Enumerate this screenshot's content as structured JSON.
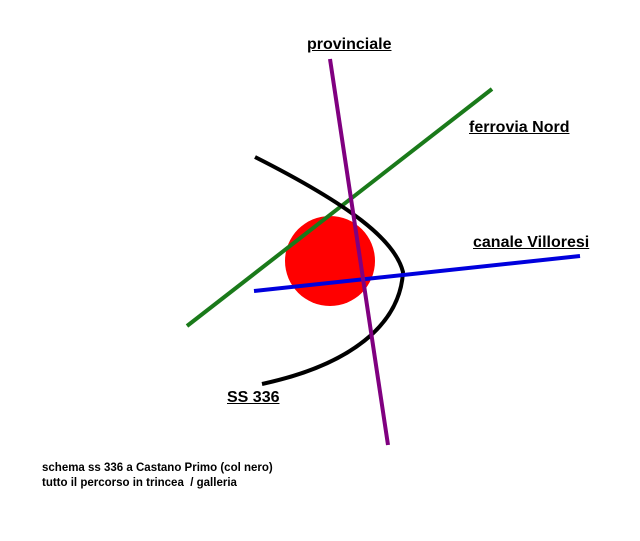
{
  "labels": {
    "provinciale": "provinciale",
    "ferrovia_nord": "ferrovia Nord",
    "canale_villoresi": "canale Villoresi",
    "ss336": "SS 336"
  },
  "caption": {
    "line1": "schema ss 336 a Castano Primo (col nero)",
    "line2": "tutto il percorso in trincea  / galleria"
  },
  "colors": {
    "provinciale": "#800080",
    "ferrovia_nord": "#1a7a1a",
    "canale_villoresi": "#0000dd",
    "ss336": "#000000",
    "town_area": "#ff0000"
  }
}
